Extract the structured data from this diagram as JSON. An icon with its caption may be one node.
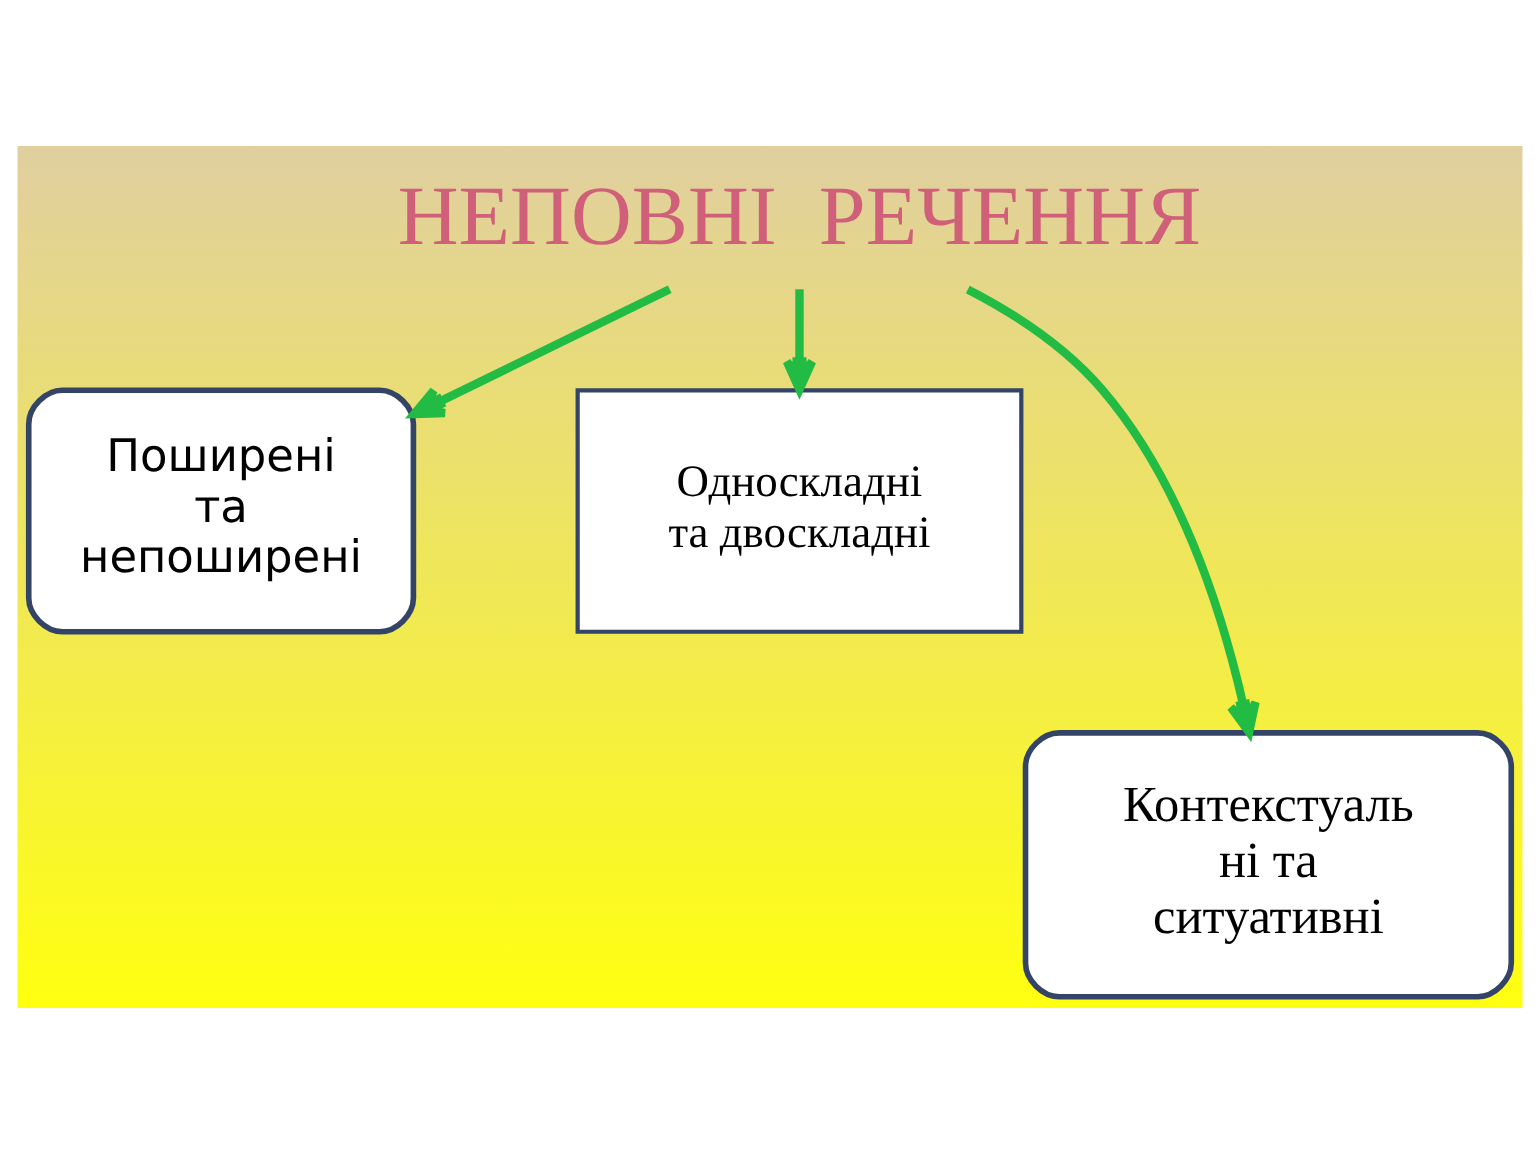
{
  "diagram": {
    "nodes": [
      {
        "text": [
          "НЕПОВНІ  РЕЧЕННЯ"
        ]
      },
      {
        "text": [
          "Поширені та непоширені"
        ]
      },
      {
        "text": [
          "Односкладні та двоскладні"
        ]
      },
      {
        "text": [
          "Контекстуаль ні та ситуативні"
        ]
      }
    ],
    "edges": [
      {
        "from": 0,
        "to": 1,
        "arrow": "to"
      },
      {
        "from": 0,
        "to": 3,
        "arrow": "to"
      },
      {
        "from": 0,
        "to": 2,
        "arrow": "to"
      }
    ]
  }
}
